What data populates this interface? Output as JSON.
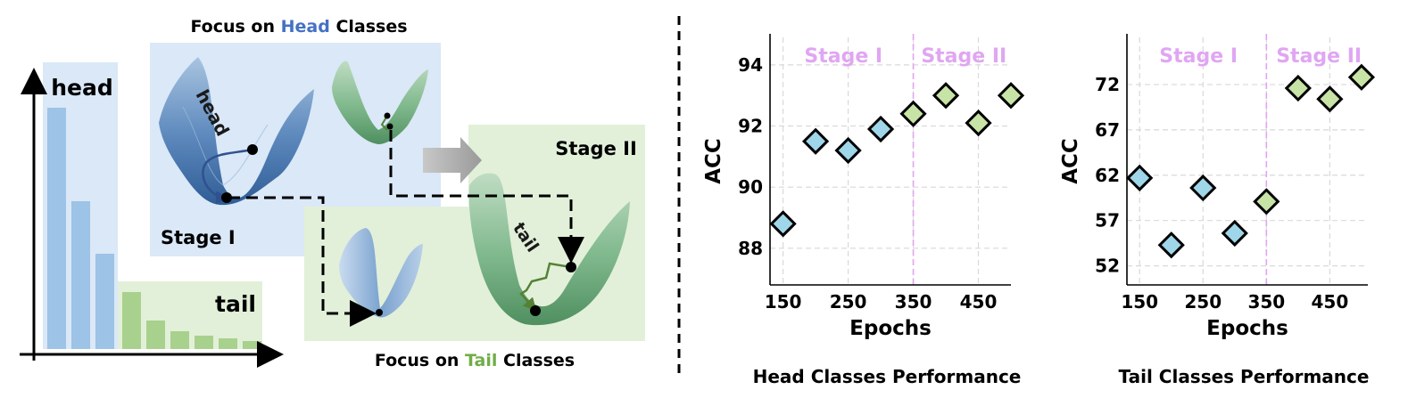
{
  "diagram": {
    "top_caption": {
      "pre": "Focus on ",
      "highlight": "Head",
      "post": " Classes"
    },
    "bottom_caption": {
      "pre": "Focus on ",
      "highlight": "Tail",
      "post": " Classes"
    },
    "head_label": "head",
    "tail_label": "tail",
    "stage1_label": "Stage I",
    "stage2_label": "Stage II",
    "surface_head_label": "head",
    "surface_tail_label": "tail",
    "colors": {
      "head_blue": "#4472c4",
      "tail_green": "#70ad47",
      "head_bar": "#9dc3e6",
      "head_bg": "#dae8f7",
      "tail_bar": "#a9d18e",
      "tail_bg": "#e2f0d9"
    }
  },
  "chart_data": [
    {
      "type": "scatter",
      "caption": "Head Classes Performance",
      "xlabel": "Epochs",
      "ylabel": "ACC",
      "xlim": [
        130,
        500
      ],
      "ylim": [
        86.8,
        94.9
      ],
      "xticks": [
        150,
        250,
        350,
        450
      ],
      "yticks": [
        88,
        90,
        92,
        94
      ],
      "stage_split": 350,
      "stage_labels": [
        "Stage I",
        "Stage II"
      ],
      "grid": true,
      "series": [
        {
          "x": [
            150,
            200,
            250,
            300
          ],
          "y": [
            88.8,
            91.5,
            91.2,
            91.9
          ],
          "color": "#9fd6e9"
        },
        {
          "x": [
            350,
            400,
            450,
            500
          ],
          "y": [
            92.4,
            93.0,
            92.1,
            93.0
          ],
          "color": "#c8e3a6"
        }
      ]
    },
    {
      "type": "scatter",
      "caption": "Tail Classes Performance",
      "xlabel": "Epochs",
      "ylabel": "ACC",
      "xlim": [
        130,
        510
      ],
      "ylim": [
        49.9,
        77.2
      ],
      "xticks": [
        150,
        250,
        350,
        450
      ],
      "yticks": [
        52,
        57,
        62,
        67,
        72
      ],
      "stage_split": 350,
      "stage_labels": [
        "Stage I",
        "Stage II"
      ],
      "grid": true,
      "series": [
        {
          "x": [
            150,
            200,
            250,
            300
          ],
          "y": [
            61.7,
            54.3,
            60.6,
            55.6
          ],
          "color": "#9fd6e9"
        },
        {
          "x": [
            350,
            400,
            450,
            500
          ],
          "y": [
            59.1,
            71.6,
            70.4,
            72.8
          ],
          "color": "#c8e3a6"
        }
      ]
    }
  ]
}
